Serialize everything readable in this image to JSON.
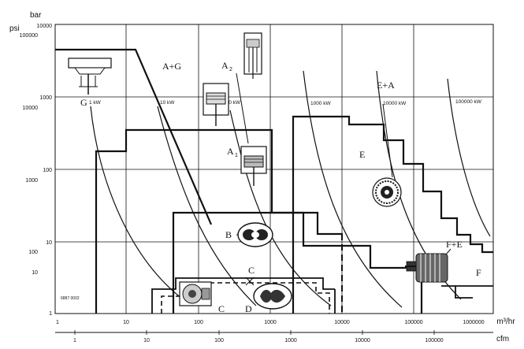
{
  "axes": {
    "x_unit_top": "m³/hr",
    "x_unit_bottom": "cfm",
    "y_unit_left": "psi",
    "y_unit_right": "bar",
    "x_ticks_top": [
      "1",
      "10",
      "100",
      "1000",
      "10000",
      "100000",
      "1000000"
    ],
    "x_ticks_bottom": [
      "1",
      "10",
      "100",
      "1000",
      "10000",
      "100000"
    ],
    "y_ticks_bar": [
      "10000",
      "1000",
      "100",
      "10",
      "1"
    ],
    "y_ticks_psi": [
      "100000",
      "10000",
      "1000",
      "100",
      "10"
    ]
  },
  "power_labels": [
    "1 kW",
    "10 kW",
    "100 kW",
    "1000 kW",
    "10000 kW",
    "100000 kW"
  ],
  "zones": {
    "G": "G",
    "AG": "A+G",
    "A2": "A",
    "A2_sub": "2",
    "A1": "A",
    "A1_sub": "1",
    "B": "B",
    "C_upper": "C",
    "C_lower": "C",
    "D": "D",
    "E": "E",
    "EA": "E+A",
    "FE": "F+E",
    "F": "F"
  },
  "figure_code": "6887 0002",
  "icons": [
    "axial-compressor-icon",
    "reciprocating-cylinder-icon",
    "reciprocating-cylinder-tall-icon",
    "piston-cylinder-icon",
    "roots-blower-icon",
    "liquid-ring-icon",
    "screw-compressor-icon",
    "centrifugal-impeller-icon",
    "multistage-centrifugal-icon"
  ]
}
